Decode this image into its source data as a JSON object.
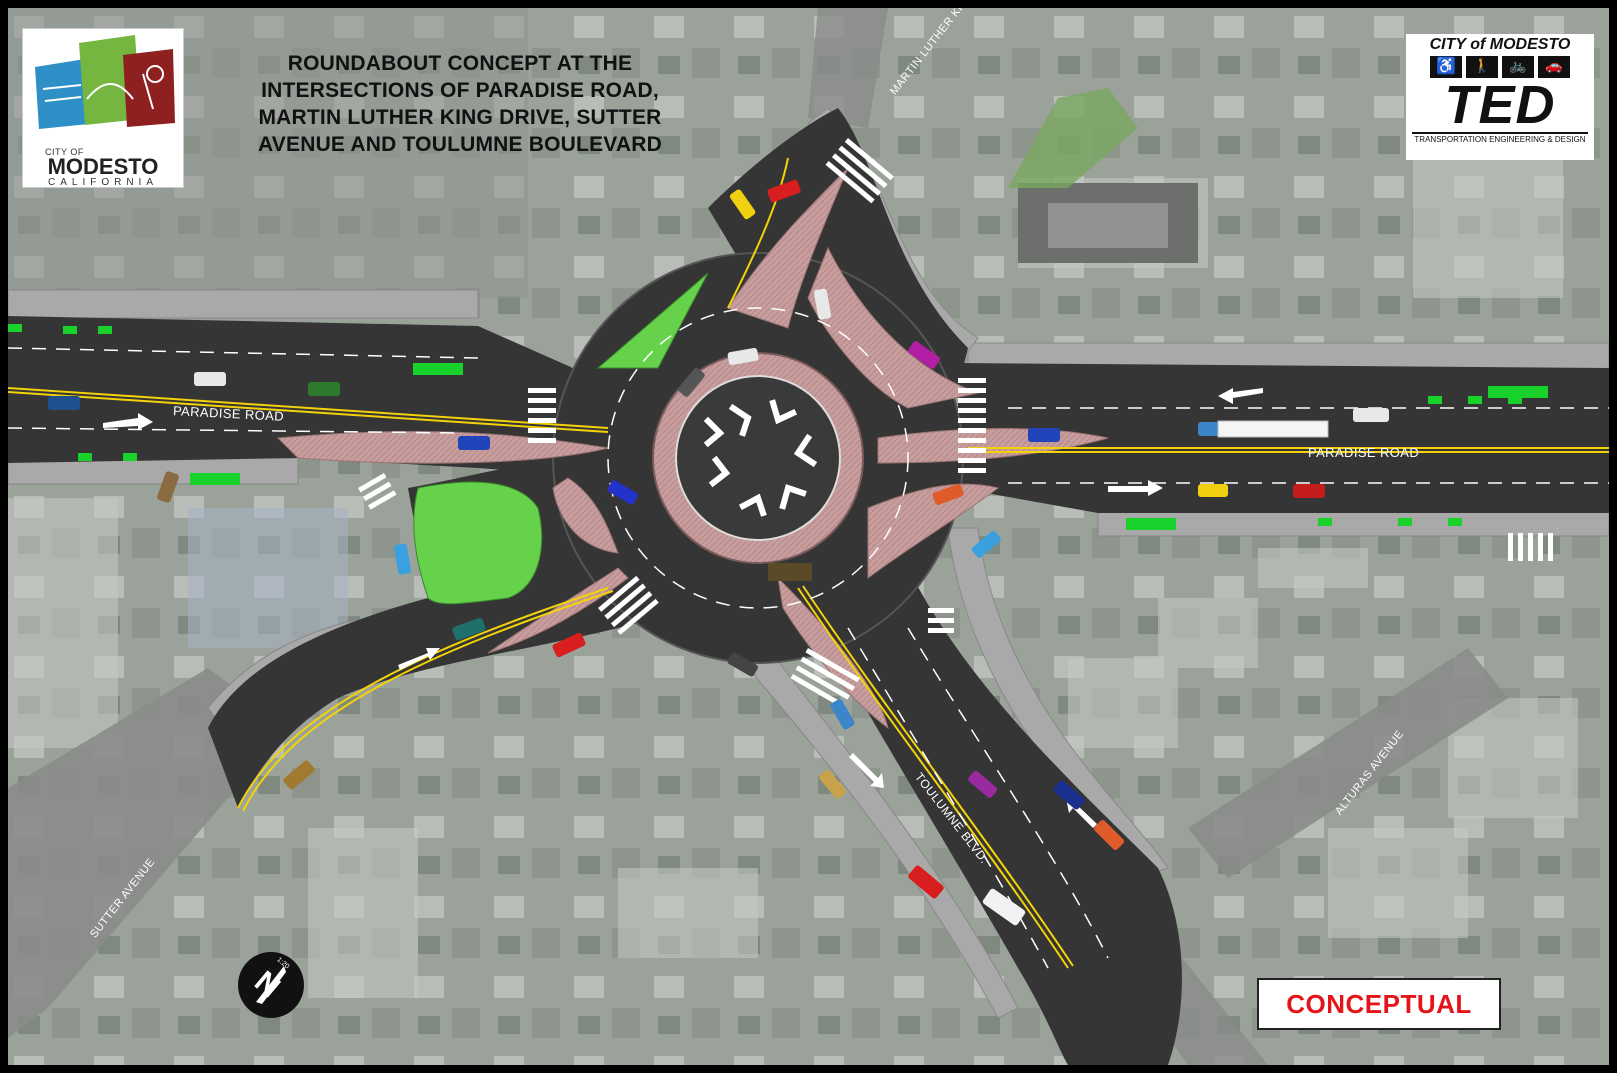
{
  "title": {
    "lines": [
      "ROUNDABOUT CONCEPT AT THE",
      "INTERSECTIONS OF PARADISE ROAD,",
      "MARTIN LUTHER KING DRIVE, SUTTER",
      "AVENUE AND TOULUMNE BOULEVARD"
    ]
  },
  "logo": {
    "city_of": "CITY OF",
    "name": "MODESTO",
    "state": "CALIFORNIA"
  },
  "ted": {
    "header": "CITY of MODESTO",
    "name": "TED",
    "tagline": "TRANSPORTATION ENGINEERING & DESIGN"
  },
  "stamp": {
    "label": "CONCEPTUAL"
  },
  "north_arrow": {
    "letter": "N",
    "scale": "1:20"
  },
  "streets": {
    "mlk": "MARTIN LUTHER KING DR.",
    "paradise_west": "PARADISE ROAD",
    "paradise_east": "PARADISE ROAD",
    "toulumne": "TOULUMNE BLVD.",
    "sutter": "SUTTER AVENUE",
    "alturas": "ALTURAS AVENUE"
  },
  "colors": {
    "asphalt": "#353535",
    "apron": "#c49a9a",
    "grass": "#66d14a",
    "bike": "#19d12b",
    "yellow": "#f3d20a",
    "aerial": "#9ba39b",
    "stamp_red": "#e4141b"
  }
}
